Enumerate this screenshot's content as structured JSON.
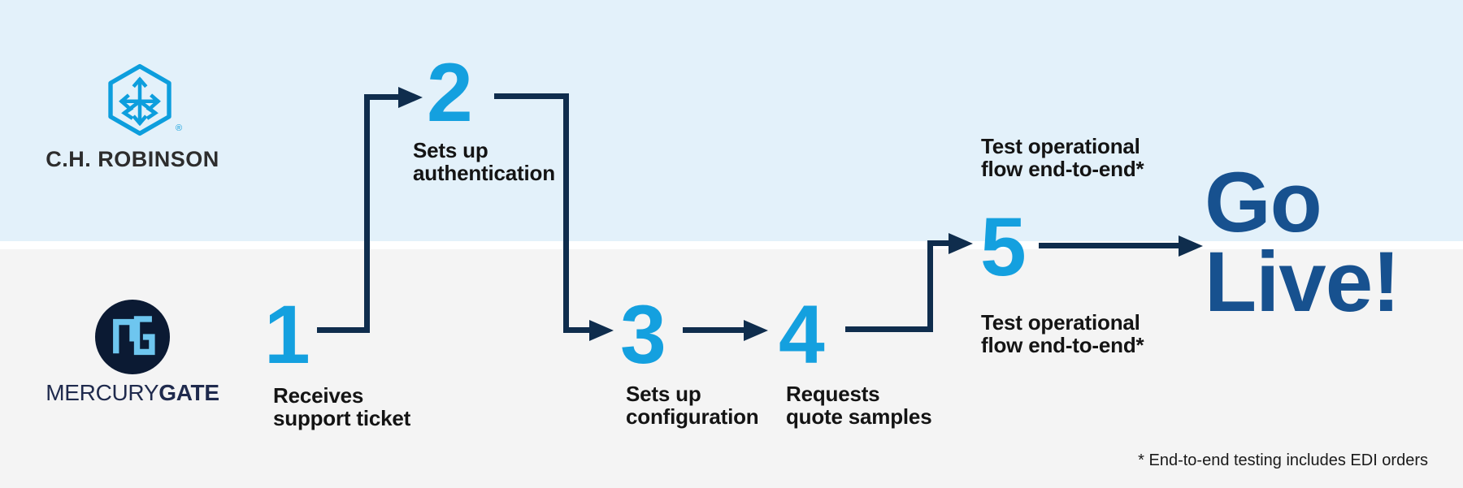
{
  "background": {
    "top_lane_color": "#E3F1FA",
    "bottom_lane_color": "#F4F4F4",
    "divider_color": "#FFFFFF"
  },
  "colors": {
    "step_number": "#14A0DF",
    "arrow": "#0F2D4D",
    "go_live": "#17518F",
    "label_text": "#141414",
    "chr_logo_blue": "#0D9EDD",
    "mg_circle_navy": "#0B1A33",
    "mg_monogram_blue": "#6EC6EF"
  },
  "top_lane": {
    "company": "C.H. Robinson",
    "wordmark": "C.H. ROBINSON",
    "registered_mark": "®"
  },
  "bottom_lane": {
    "company": "MercuryGate",
    "wordmark_regular": "MERCURY",
    "wordmark_bold": "GATE"
  },
  "steps": [
    {
      "number": "1",
      "label": "Receives\nsupport ticket",
      "lane": "MercuryGate"
    },
    {
      "number": "2",
      "label": "Sets up\nauthentication",
      "lane": "C.H. Robinson"
    },
    {
      "number": "3",
      "label": "Sets up\nconfiguration",
      "lane": "MercuryGate"
    },
    {
      "number": "4",
      "label": "Requests\nquote samples",
      "lane": "MercuryGate"
    },
    {
      "number": "5",
      "label_top": "Test operational\nflow end-to-end*",
      "label_bottom": "Test operational\nflow end-to-end*",
      "lane": "both"
    }
  ],
  "go_live": {
    "text": "Go\nLive!"
  },
  "footnote": "* End-to-end testing includes EDI orders"
}
